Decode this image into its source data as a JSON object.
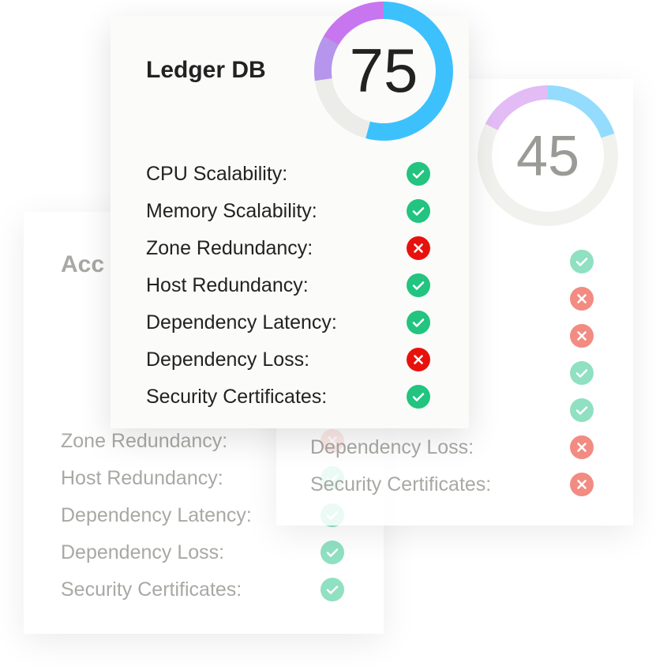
{
  "labels": [
    "CPU Scalability:",
    "Memory Scalability:",
    "Zone Redundancy:",
    "Host Redundancy:",
    "Dependency Latency:",
    "Dependency Loss:",
    "Security Certificates:"
  ],
  "colors": {
    "pass": "#22c47f",
    "fail": "#e8120c",
    "pass_faded": "#90e0c2",
    "fail_faded": "#f28b82",
    "text": "#222222",
    "text_faded": "#a8a8a4"
  },
  "cards": {
    "left": {
      "title": "Acc",
      "statuses": [
        null,
        null,
        "fail",
        "pass",
        "pass",
        "pass",
        "pass"
      ]
    },
    "right": {
      "score": "45",
      "statuses": [
        "pass",
        "fail",
        "fail",
        "pass",
        "pass",
        "fail",
        "fail"
      ]
    },
    "front": {
      "title": "Ledger DB",
      "score": "75",
      "statuses": [
        "pass",
        "pass",
        "fail",
        "pass",
        "pass",
        "fail",
        "pass"
      ]
    }
  }
}
